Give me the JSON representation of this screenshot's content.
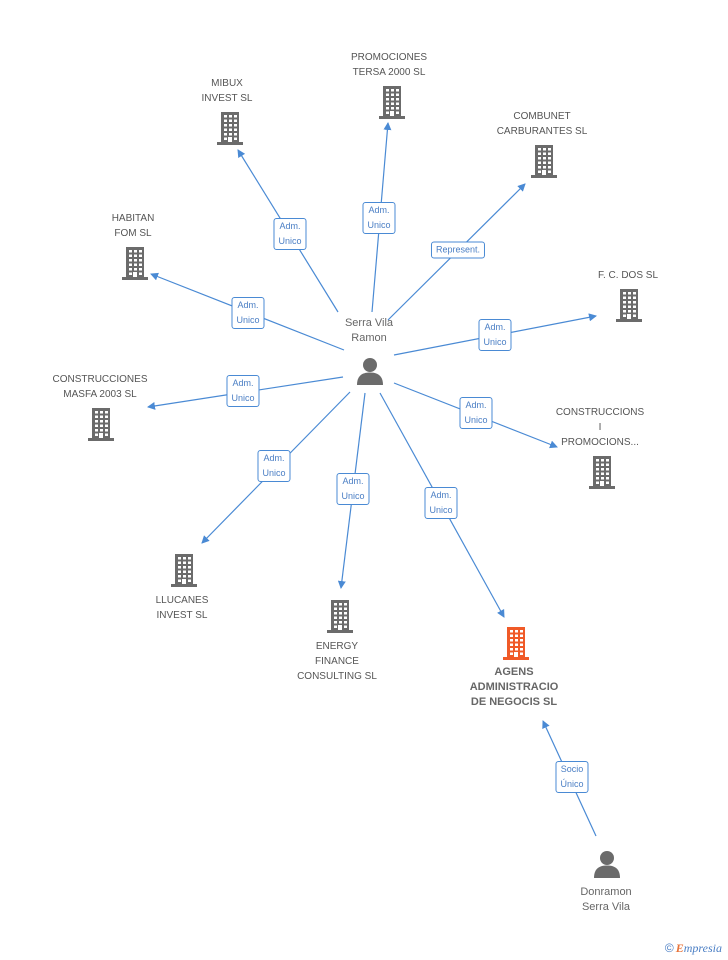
{
  "center_person": {
    "label": "Serra Vila\nRamon"
  },
  "second_person": {
    "label": "Donramon\nSerra Vila"
  },
  "companies": [
    {
      "id": "promociones",
      "label": "PROMOCIONES\nTERSA 2000 SL"
    },
    {
      "id": "mibux",
      "label": "MIBUX\nINVEST SL"
    },
    {
      "id": "combunet",
      "label": "COMBUNET\nCARBURANTES SL"
    },
    {
      "id": "habitan",
      "label": "HABITAN\nFOM SL"
    },
    {
      "id": "fcdos",
      "label": "F. C. DOS SL"
    },
    {
      "id": "masfa",
      "label": "CONSTRUCCIONES\nMASFA 2003 SL"
    },
    {
      "id": "construccions",
      "label": "CONSTRUCCIONS\nI\nPROMOCIONS..."
    },
    {
      "id": "llucanes",
      "label": "LLUCANES\nINVEST  SL"
    },
    {
      "id": "energy",
      "label": "ENERGY\nFINANCE\nCONSULTING  SL"
    },
    {
      "id": "agens",
      "label": "AGENS\nADMINISTRACIO\nDE NEGOCIS SL",
      "highlight": true
    }
  ],
  "edges": [
    {
      "to": "promociones",
      "label": "Adm.\nUnico"
    },
    {
      "to": "mibux",
      "label": "Adm.\nUnico"
    },
    {
      "to": "combunet",
      "label": "Represent."
    },
    {
      "to": "habitan",
      "label": "Adm.\nUnico"
    },
    {
      "to": "fcdos",
      "label": "Adm.\nUnico"
    },
    {
      "to": "masfa",
      "label": "Adm.\nUnico"
    },
    {
      "to": "construccions",
      "label": "Adm.\nUnico"
    },
    {
      "to": "llucanes",
      "label": "Adm.\nUnico"
    },
    {
      "to": "energy",
      "label": "Adm.\nUnico"
    },
    {
      "to": "agens",
      "label": "Adm.\nUnico"
    },
    {
      "from": "second_person",
      "to": "agens",
      "label": "Socio\nÚnico"
    }
  ],
  "colors": {
    "edge": "#4a8ad4",
    "building": "#6b6b6b",
    "highlight": "#f05a28",
    "person": "#6b6b6b"
  },
  "icons": {
    "company": "building-icon",
    "person": "person-icon"
  },
  "brand": {
    "symbol": "©",
    "initial": "E",
    "rest": "mpresia"
  }
}
